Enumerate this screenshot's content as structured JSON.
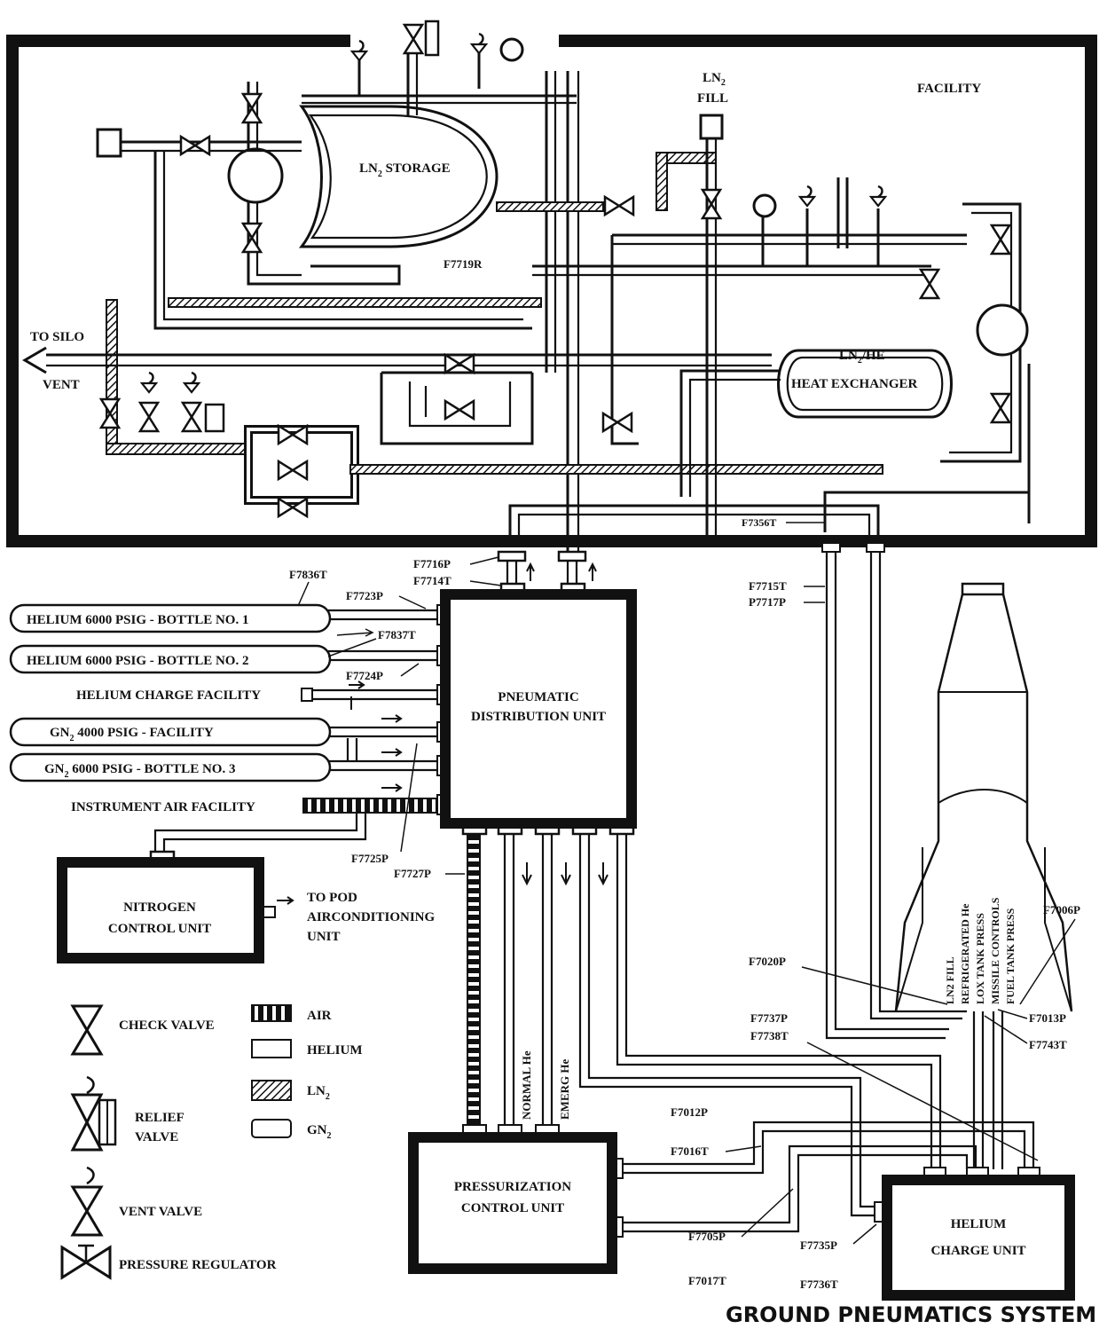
{
  "title": "GROUND PNEUMATICS SYSTEM",
  "facility": {
    "label": "FACILITY",
    "ln2_fill": [
      "LN",
      "2",
      "FILL"
    ],
    "ln2_storage": [
      "LN",
      "2",
      "STORAGE"
    ],
    "heat_exchanger": [
      "LN",
      "2",
      "/HE",
      "HEAT EXCHANGER"
    ],
    "to_silo": "TO SILO",
    "vent": "VENT"
  },
  "units": {
    "pneumatic": [
      "PNEUMATIC",
      "DISTRIBUTION UNIT"
    ],
    "nitrogen": [
      "NITROGEN",
      "CONTROL UNIT"
    ],
    "pressurization": [
      "PRESSURIZATION",
      "CONTROL UNIT"
    ],
    "helium_charge": [
      "HELIUM",
      "CHARGE UNIT"
    ]
  },
  "sources": [
    {
      "text": "HELIUM 6000 PSIG - BOTTLE NO. 1"
    },
    {
      "text": "HELIUM 6000 PSIG - BOTTLE NO. 2"
    },
    {
      "text": "HELIUM CHARGE FACILITY"
    },
    {
      "pre": "GN",
      "sub": "2",
      "post": " 4000 PSIG - FACILITY"
    },
    {
      "pre": "GN",
      "sub": "2",
      "post": " 6000 PSIG - BOTTLE NO. 3"
    },
    {
      "text": "INSTRUMENT AIR FACILITY"
    }
  ],
  "pod": [
    "TO POD",
    "AIRCONDITIONING",
    "UNIT"
  ],
  "missile_lines": [
    "LN2 FILL",
    "REFRIGERATED He",
    "LOX TANK PRESS",
    "MISSILE CONTROLS",
    "FUEL TANK PRESS"
  ],
  "line_labels": {
    "normal_he": "NORMAL He",
    "emerg_he": "EMERG He"
  },
  "tags": {
    "F7719R": "F7719R",
    "F7356T": "F7356T",
    "F7716P": "F7716P",
    "F7714T": "F7714T",
    "F7836T": "F7836T",
    "F7723P": "F7723P",
    "F7837T": "F7837T",
    "F7724P": "F7724P",
    "F7715T": "F7715T",
    "P7717P": "P7717P",
    "F7725P": "F7725P",
    "F7727P": "F7727P",
    "F7006P": "F7006P",
    "F7020P": "F7020P",
    "F7013P": "F7013P",
    "F7743T": "F7743T",
    "F7737P": "F7737P",
    "F7738T": "F7738T",
    "F7012P": "F7012P",
    "F7016T": "F7016T",
    "F7705P": "F7705P",
    "F7735P": "F7735P",
    "F7017T": "F7017T",
    "F7736T": "F7736T"
  },
  "legend": {
    "check_valve": "CHECK VALVE",
    "relief_valve": [
      "RELIEF",
      "VALVE"
    ],
    "vent_valve": "VENT VALVE",
    "pressure_regulator": "PRESSURE REGULATOR",
    "air": "AIR",
    "helium": "HELIUM",
    "ln2": [
      "LN",
      "2"
    ],
    "gn2": [
      "GN",
      "2"
    ]
  }
}
